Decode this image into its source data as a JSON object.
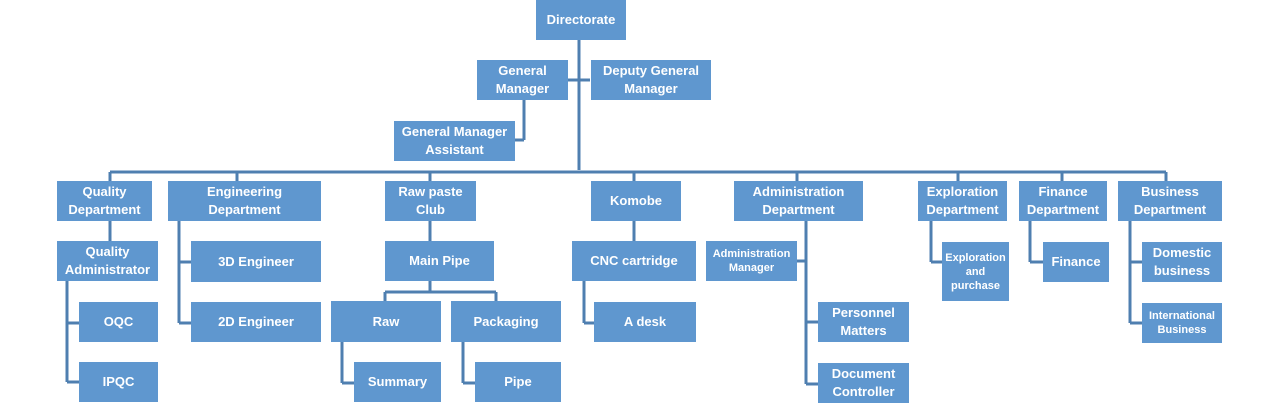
{
  "nodes": {
    "directorate": "Directorate",
    "general_manager": "General Manager",
    "deputy_general_manager": "Deputy General Manager",
    "gm_assistant": "General Manager Assistant",
    "quality_department": "Quality Department",
    "quality_administrator": "Quality Administrator",
    "oqc": "OQC",
    "ipqc": "IPQC",
    "engineering_department": "Engineering Department",
    "engineer_3d": "3D Engineer",
    "engineer_2d": "2D Engineer",
    "raw_paste_club": "Raw paste Club",
    "main_pipe": "Main Pipe",
    "raw": "Raw",
    "packaging": "Packaging",
    "summary": "Summary",
    "pipe": "Pipe",
    "komobe": "Komobe",
    "cnc_cartridge": "CNC cartridge",
    "a_desk": "A desk",
    "administration_department": "Administration Department",
    "administration_manager": "Administration Manager",
    "personnel_matters": "Personnel Matters",
    "document_controller": "Document Controller",
    "exploration_department": "Exploration Department",
    "exploration_and_purchase": "Exploration and purchase",
    "finance_department": "Finance Department",
    "finance": "Finance",
    "business_department": "Business Department",
    "domestic_business": "Domestic business",
    "international_business": "International Business"
  },
  "colors": {
    "box_fill": "#5f97cf",
    "connector": "#4f7fb0",
    "text": "#ffffff"
  }
}
